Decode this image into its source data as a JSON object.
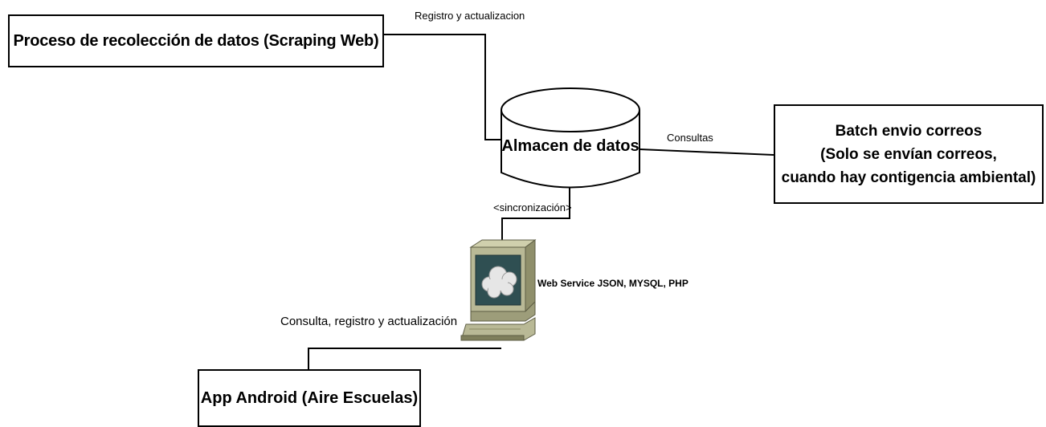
{
  "nodes": {
    "scraping": "Proceso de recolección de datos (Scraping Web)",
    "database": "Almacen de datos",
    "batch": [
      "Batch envio correos",
      "(Solo se envían correos,",
      "cuando hay contigencia ambiental)"
    ],
    "webservice": "Web Service JSON, MYSQL, PHP",
    "app": "App Android (Aire Escuelas)"
  },
  "edges": {
    "scraping_to_db": "Registro y actualizacion",
    "db_to_batch": "Consultas",
    "db_to_webservice": "<sincronización>",
    "webservice_to_app": "Consulta, registro y actualización"
  },
  "icons": {
    "database": "database-cylinder-icon",
    "server": "computer-terminal-cloud-icon"
  },
  "colors": {
    "line": "#000000",
    "terminal_body": "#b9b996",
    "terminal_dark": "#7f7f5c",
    "screen": "#2f4f52",
    "cloud": "#e6e6e6"
  }
}
